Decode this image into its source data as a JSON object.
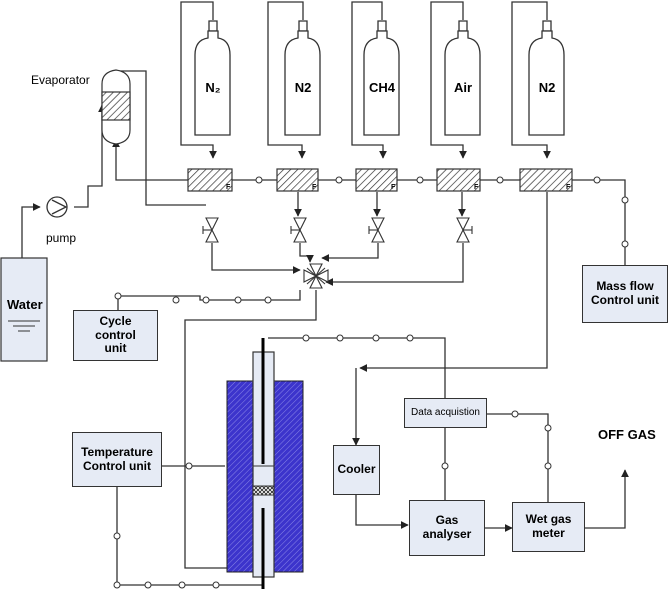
{
  "labels": {
    "evaporator": "Evaporator",
    "pump": "pump",
    "water": "Water",
    "off_gas": "OFF GAS"
  },
  "cylinders": [
    {
      "gas": "N₂"
    },
    {
      "gas": "N2"
    },
    {
      "gas": "CH4"
    },
    {
      "gas": "Air"
    },
    {
      "gas": "N2"
    }
  ],
  "boxes": {
    "mass_flow": "Mass flow\nControl unit",
    "cycle_control": "Cycle\ncontrol\nunit",
    "temperature_control": "Temperature\nControl unit",
    "cooler": "Cooler",
    "data_acquisition": "Data acquistion",
    "gas_analyser": "Gas\nanalyser",
    "wet_gas_meter": "Wet gas\nmeter"
  },
  "mass_flow_controller_tag": "F",
  "colors": {
    "furnace": "#3c34cc",
    "box_fill": "#e6ebf5",
    "line": "#333333"
  }
}
